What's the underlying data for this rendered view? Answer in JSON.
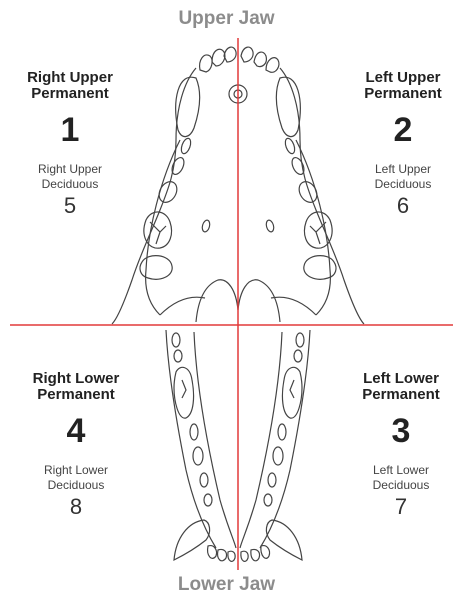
{
  "jaws": {
    "upper": "Upper Jaw",
    "lower": "Lower Jaw"
  },
  "quadrants": {
    "right_upper": {
      "permanent_line1": "Right Upper",
      "permanent_line2": "Permanent",
      "permanent_number": "1",
      "deciduous_line1": "Right Upper",
      "deciduous_line2": "Deciduous",
      "deciduous_number": "5"
    },
    "left_upper": {
      "permanent_line1": "Left Upper",
      "permanent_line2": "Permanent",
      "permanent_number": "2",
      "deciduous_line1": "Left Upper",
      "deciduous_line2": "Deciduous",
      "deciduous_number": "6"
    },
    "right_lower": {
      "permanent_line1": "Right Lower",
      "permanent_line2": "Permanent",
      "permanent_number": "4",
      "deciduous_line1": "Right Lower",
      "deciduous_line2": "Deciduous",
      "deciduous_number": "8"
    },
    "left_lower": {
      "permanent_line1": "Left Lower",
      "permanent_line2": "Permanent",
      "permanent_number": "3",
      "deciduous_line1": "Left Lower",
      "deciduous_line2": "Deciduous",
      "deciduous_number": "7"
    }
  },
  "colors": {
    "divider": "#e23a3a",
    "outline": "#444444",
    "jaw_title": "#8c8c8c"
  }
}
